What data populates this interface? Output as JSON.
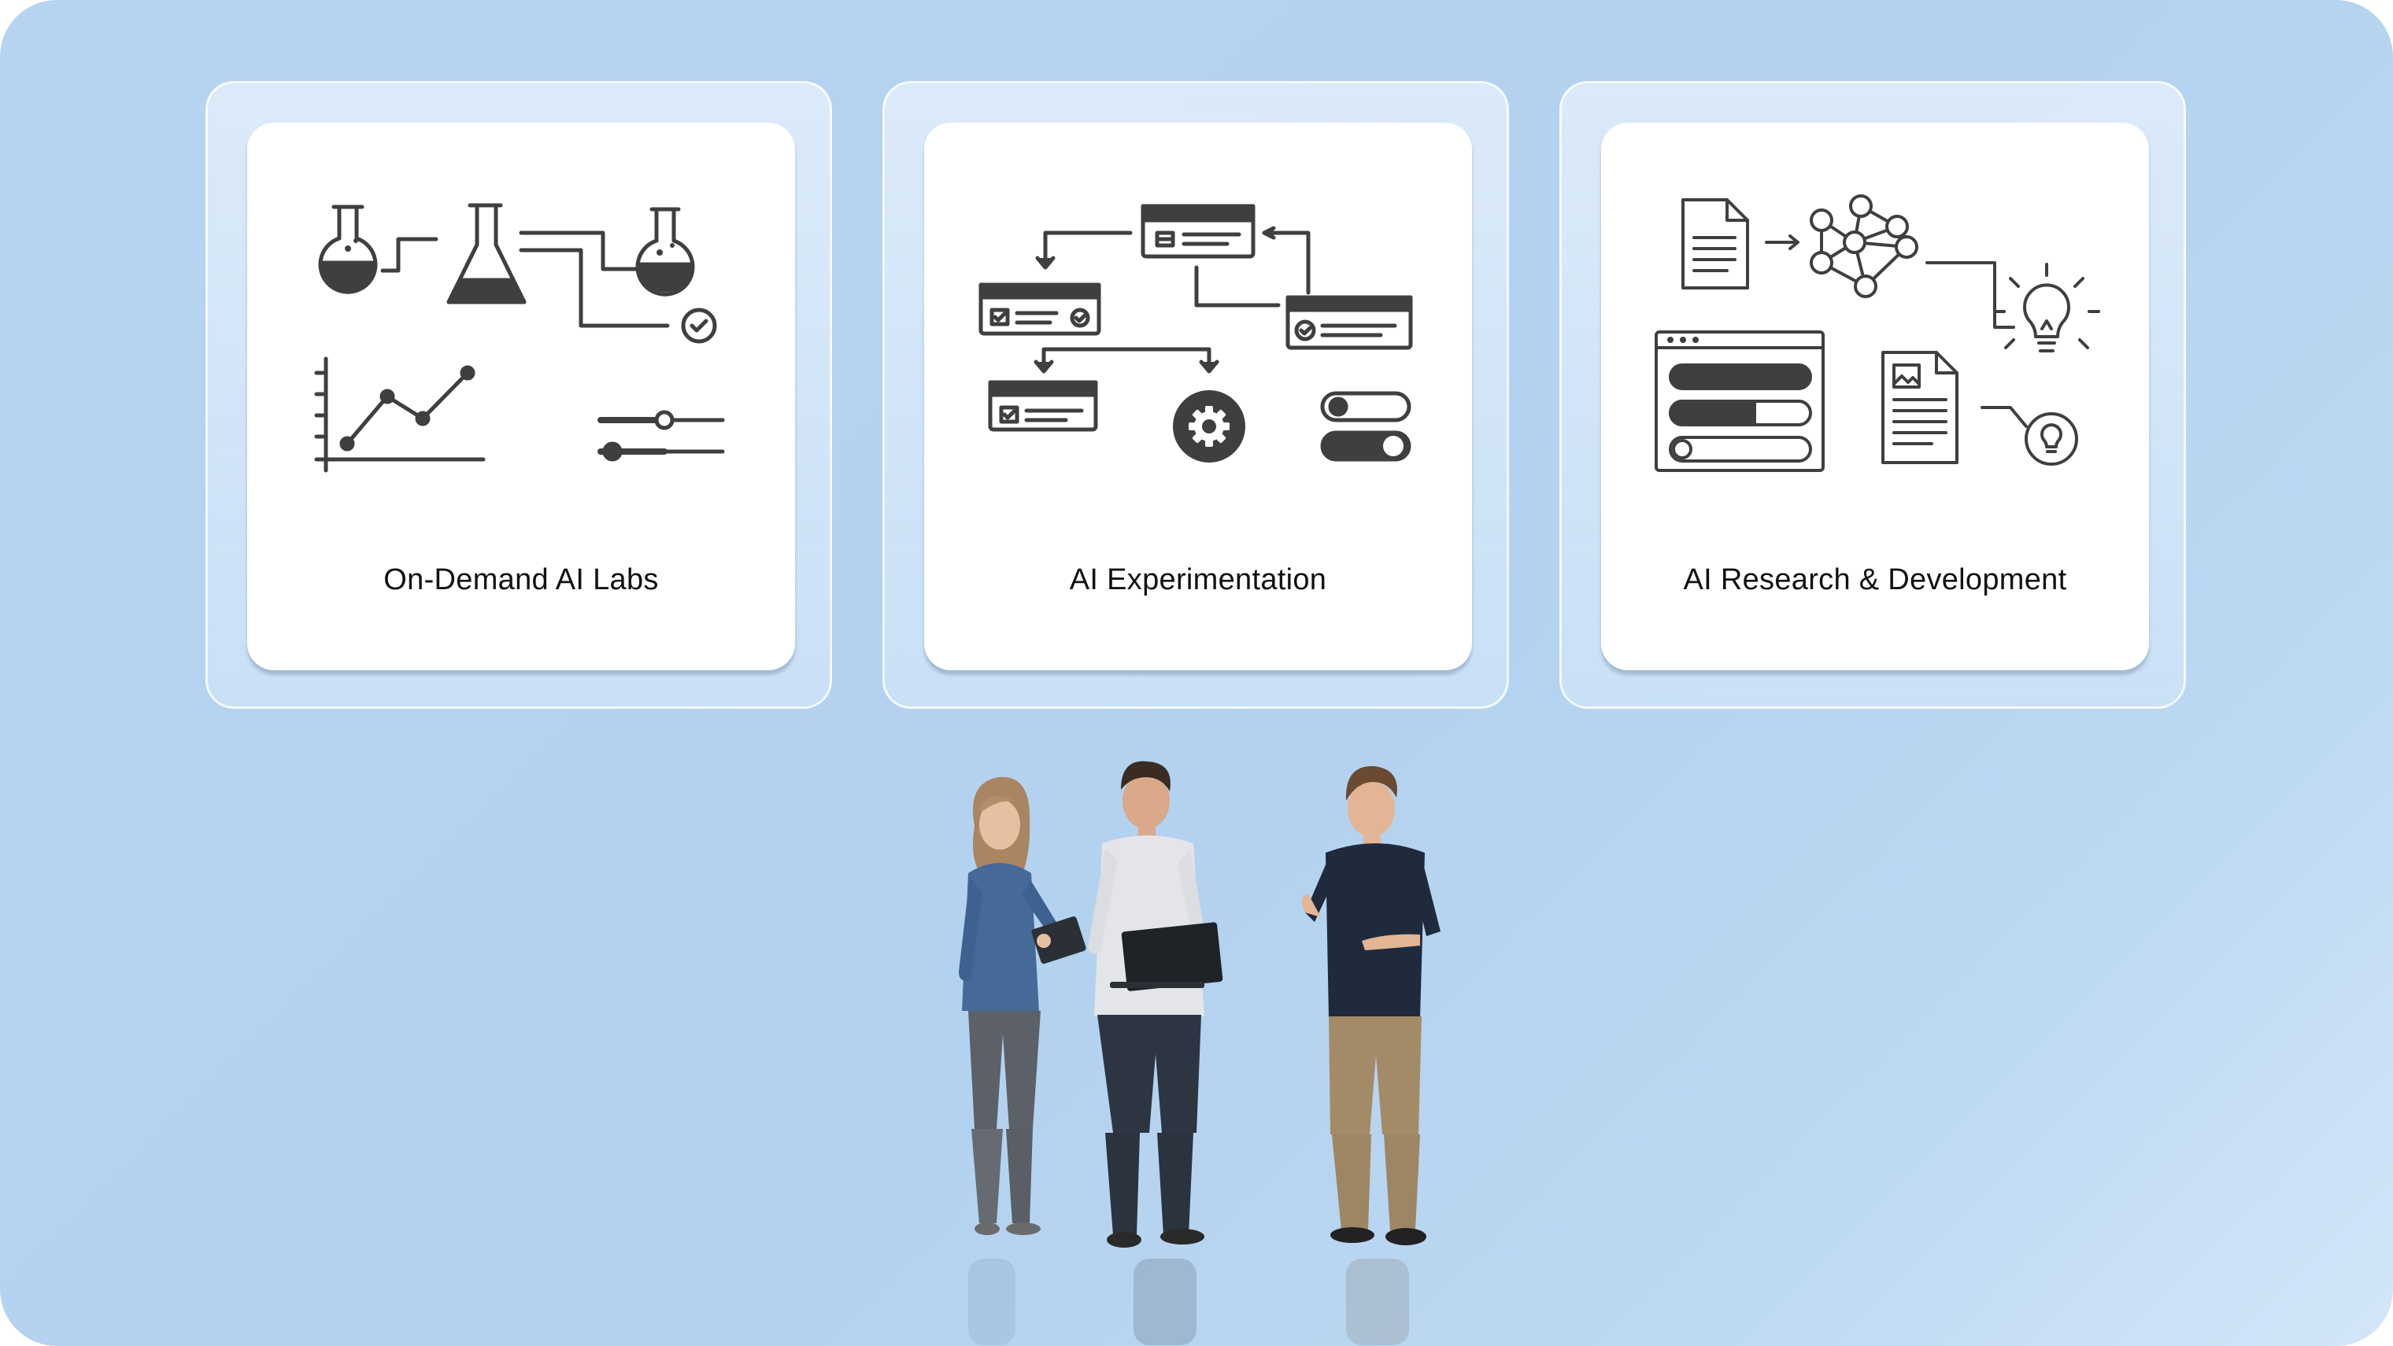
{
  "cards": [
    {
      "label": "On-Demand AI Labs",
      "icon": "lab-flasks-chart-sliders-icon"
    },
    {
      "label": "AI Experimentation",
      "icon": "workflow-windows-gear-toggles-icon"
    },
    {
      "label": "AI Research & Development",
      "icon": "document-network-lightbulb-icon"
    }
  ],
  "colors": {
    "background": "#b3d2ef",
    "card": "#ffffff",
    "icon": "#3f3f3f",
    "text": "#111111"
  },
  "illustration": "three-people-discussing"
}
